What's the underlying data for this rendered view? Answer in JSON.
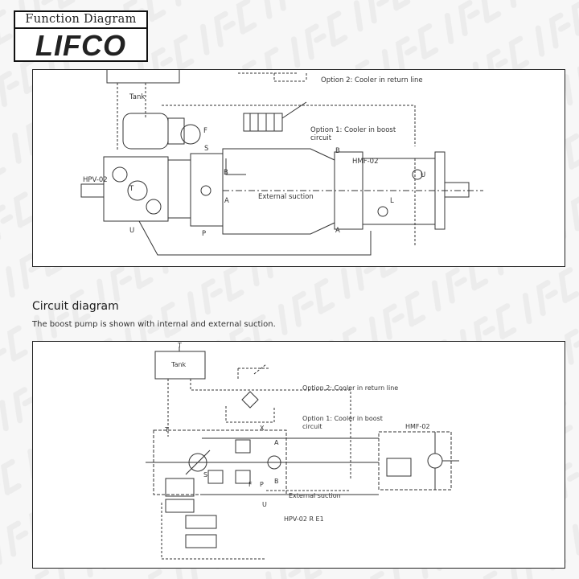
{
  "header": {
    "title": "Function Diagram",
    "brand": "LIFCO"
  },
  "function_diagram": {
    "tank_label": "Tank",
    "option2_label": "Option 2: Cooler in return line",
    "option1_label_line1": "Option 1: Cooler in boost",
    "option1_label_line2": "circuit",
    "external_suction_label": "External suction",
    "pump_label": "HPV-02",
    "motor_label": "HMF-02",
    "port_t": "T",
    "port_s": "S",
    "port_b_pump": "B",
    "port_a_pump": "A",
    "port_u_pump": "U",
    "port_p": "P",
    "port_f": "F",
    "port_b_motor": "B",
    "port_a_motor": "A",
    "port_u_motor": "U",
    "port_l": "L"
  },
  "circuit": {
    "title": "Circuit diagram",
    "subtitle": "The boost pump is shown with internal and external suction.",
    "tank_label": "Tank",
    "tank_port_t": "T",
    "option2_label": "Option 2: Cooler in return line",
    "option1_label_line1": "Option 1: Cooler in boost",
    "option1_label_line2": "circuit",
    "motor_label": "HMF-02",
    "external_suction_label": "External suction",
    "pump_label": "HPV-02 R E1",
    "port_x": "X",
    "port_a": "A",
    "port_b": "B",
    "port_p": "P",
    "port_u": "U",
    "port_t": "T",
    "port_s": "S",
    "port_f": "F"
  }
}
